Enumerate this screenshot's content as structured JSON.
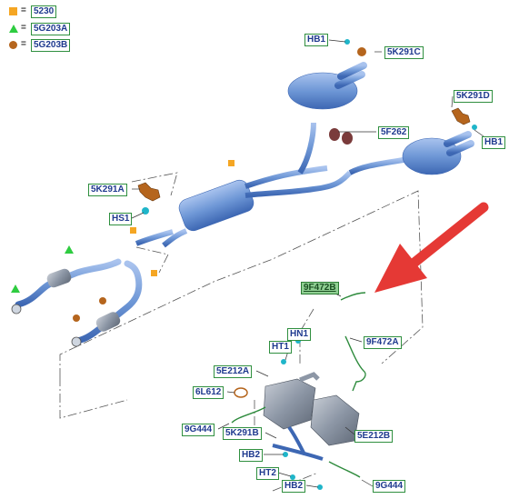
{
  "legend": [
    {
      "symbol": "square",
      "color": "#f5a623",
      "code": "5230"
    },
    {
      "symbol": "triangle",
      "color": "#2ecc40",
      "code": "5G203A"
    },
    {
      "symbol": "circle",
      "color": "#b5651d",
      "code": "5G203B"
    }
  ],
  "equals": "=",
  "labels": {
    "hb1_top": "HB1",
    "k291c": "5K291C",
    "k291d": "5K291D",
    "hb1_right": "HB1",
    "f262": "5F262",
    "k291a": "5K291A",
    "hs1": "HS1",
    "f472b": "9F472B",
    "hn1": "HN1",
    "ht1": "HT1",
    "f472a": "9F472A",
    "e212a": "5E212A",
    "l612": "6L612",
    "g444_left": "9G444",
    "k291b": "5K291B",
    "e212b": "5E212B",
    "hb2_left": "HB2",
    "ht2": "HT2",
    "hb2_bottom": "HB2",
    "g444_right": "9G444"
  },
  "colors": {
    "part_blue": "#6e97d6",
    "part_blue_dark": "#3d67b3",
    "catalyst_gray": "#8d97a6",
    "bracket_brown": "#b5651d",
    "sensor_cyan": "#1fb5c9",
    "sensor_green": "#2e8b3d",
    "arrow_red": "#e53935",
    "label_border": "#2f8f3f",
    "label_text": "#1f3a8f"
  }
}
